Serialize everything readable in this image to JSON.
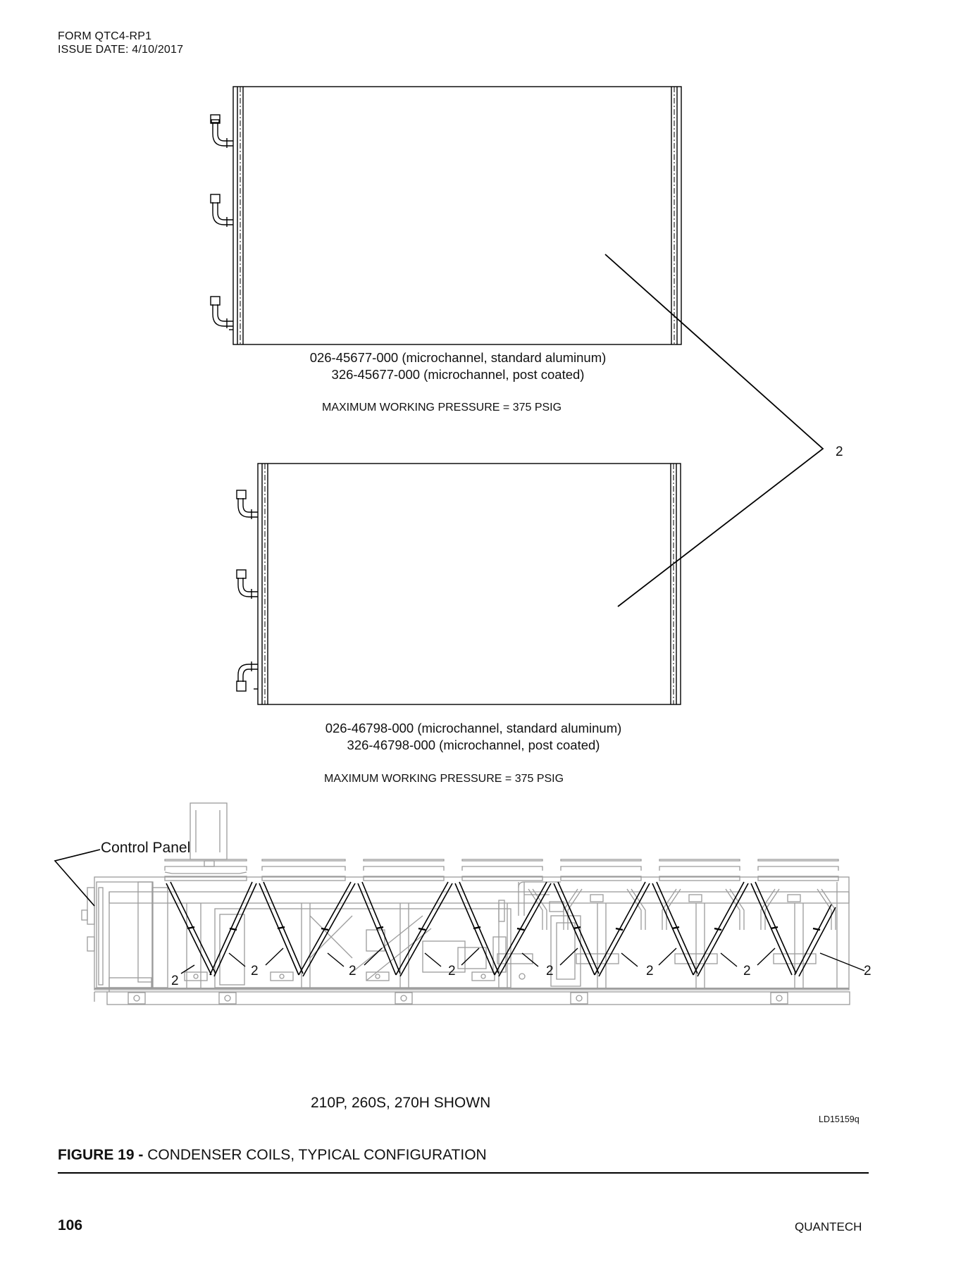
{
  "header": {
    "form": "FORM QTC4-RP1",
    "issue_date": "ISSUE DATE: 4/10/2017"
  },
  "coil_upper": {
    "part_line_1": "026-45677-000 (microchannel, standard aluminum)",
    "part_line_2": "326-45677-000 (microchannel, post coated)",
    "max_pressure": "MAXIMUM WORKING PRESSURE = 375 PSIG"
  },
  "coil_lower": {
    "part_line_1": "026-46798-000 (microchannel, standard aluminum)",
    "part_line_2": "326-46798-000 (microchannel, post coated)",
    "max_pressure": "MAXIMUM WORKING PRESSURE = 375 PSIG"
  },
  "callout_number": "2",
  "unit_drawing": {
    "control_panel_label": "Control Panel",
    "models_shown": "210P, 260S, 270H SHOWN",
    "drawing_id": "LD15159q"
  },
  "figure_caption": {
    "number": "FIGURE 19 -",
    "title": "CONDENSER COILS, TYPICAL CONFIGURATION"
  },
  "footer": {
    "page_number": "106",
    "brand": "QUANTECH"
  }
}
